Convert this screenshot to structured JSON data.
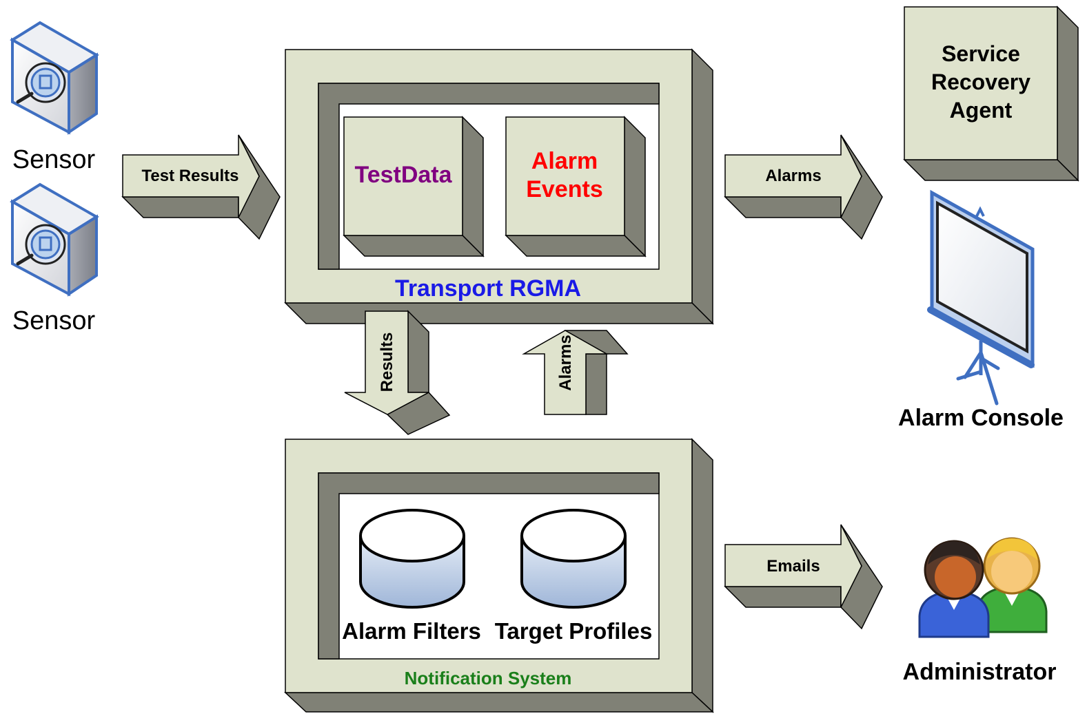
{
  "sensors": [
    {
      "label": "Sensor"
    },
    {
      "label": "Sensor"
    }
  ],
  "arrows": {
    "test_results": "Test Results",
    "alarms_out": "Alarms",
    "results_down": "Results",
    "alarms_up": "Alarms",
    "emails": "Emails"
  },
  "transport": {
    "title": "Transport RGMA",
    "testdata": "TestData",
    "alarm_events_line1": "Alarm",
    "alarm_events_line2": "Events"
  },
  "notification": {
    "title": "Notification System",
    "filters": "Alarm Filters",
    "profiles": "Target Profiles"
  },
  "service_recovery": {
    "line1": "Service",
    "line2": "Recovery",
    "line3": "Agent"
  },
  "alarm_console": {
    "label": "Alarm Console"
  },
  "administrator": {
    "label": "Administrator"
  },
  "colors": {
    "box_face": "#dfe3cd",
    "box_side": "#808176",
    "outline": "#000000",
    "transport_title": "#1a1ae6",
    "testdata": "#800080",
    "alarm_events": "#ff0000",
    "notification_title": "#1a7f1a",
    "sensor_blue": "#3f6fc1",
    "disk_fill": "#c9d7ea"
  }
}
